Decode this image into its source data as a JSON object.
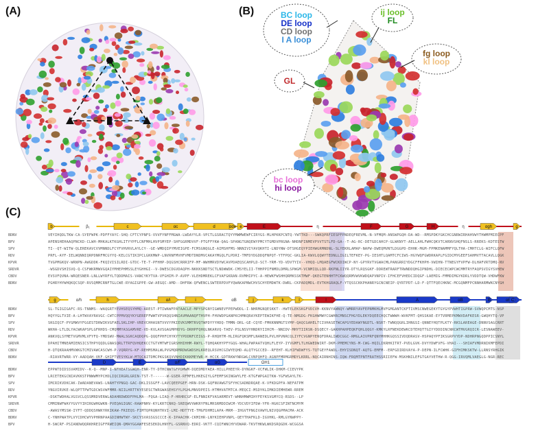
{
  "panels": {
    "a": "(A)",
    "b": "(B)",
    "c": "(C)"
  },
  "panel_b": {
    "callout_top_left": [
      {
        "text": "BC loop",
        "color": "#29b6e8"
      },
      {
        "text": "DE loop",
        "color": "#1530c8"
      },
      {
        "text": "CD loop",
        "color": "#707070"
      },
      {
        "text": "I A loop",
        "color": "#3a8fd8"
      }
    ],
    "callout_top_right": [
      {
        "text": "ij loop",
        "color": "#6bbf2a"
      },
      {
        "text": "FL",
        "color": "#1e8a1e"
      }
    ],
    "callout_right": [
      {
        "text": "fg loop",
        "color": "#8a5a1e"
      },
      {
        "text": "kl loop",
        "color": "#f0c080"
      }
    ],
    "gl": {
      "text": "GL",
      "color": "#c0282a"
    },
    "callout_bottom": [
      {
        "text": "bc loop",
        "color": "#e870d8"
      },
      {
        "text": "hi loop",
        "color": "#8a1aa0"
      }
    ]
  },
  "track1": {
    "yellow": [
      "b",
      "β₁",
      "c",
      "αc",
      "d",
      "αde",
      "e"
    ],
    "red": [
      "E",
      "η",
      "F",
      "G",
      "H",
      "η",
      "αgh",
      "g"
    ]
  },
  "track2": {
    "yellow": [
      "g",
      "α/h",
      "h",
      "α/i",
      "i",
      "αB",
      "j",
      "k",
      "l"
    ],
    "blue": [
      "l",
      "A",
      "αB",
      "B",
      "αC",
      "C"
    ]
  },
  "track3": {
    "blue": [
      "D",
      "E",
      "α/F",
      "αG"
    ],
    "outline": "ΩH1"
  },
  "seq_names": [
    "BDNV",
    "BPV",
    "SPV",
    "RDV",
    "KPVR",
    "SRDVR",
    "CBDV"
  ]
}
